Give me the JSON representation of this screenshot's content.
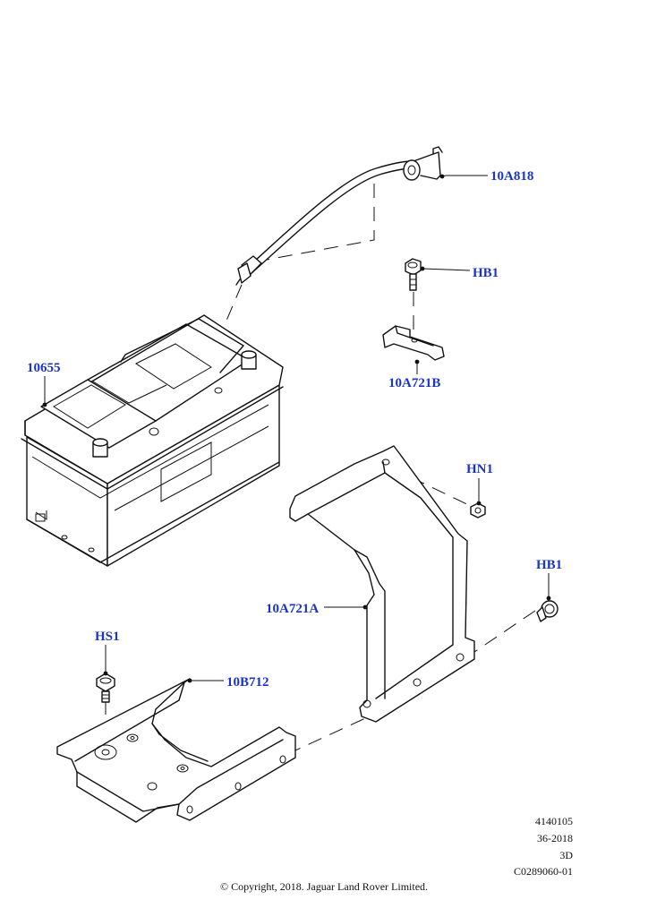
{
  "colors": {
    "callout": "#1a33c8",
    "line": "#111111",
    "background": "#ffffff"
  },
  "callouts": {
    "part_10A818": "10A818",
    "part_HB1_top": "HB1",
    "part_10655": "10655",
    "part_10A721B": "10A721B",
    "part_HN1": "HN1",
    "part_HB1_right": "HB1",
    "part_10A721A": "10A721A",
    "part_HS1": "HS1",
    "part_10B712": "10B712"
  },
  "meta": {
    "line1": "4140105",
    "line2": "36-2018",
    "line3": "3D",
    "line4": "C0289060-01"
  },
  "copyright": "© Copyright, 2018. Jaguar Land Rover Limited."
}
